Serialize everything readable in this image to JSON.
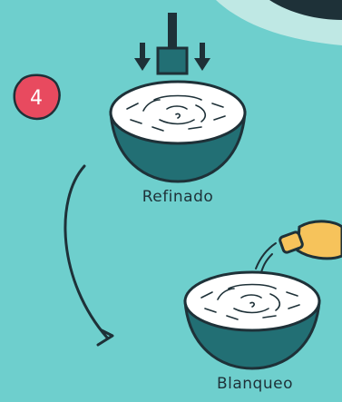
{
  "step": {
    "number": "4",
    "badge_color": "#e84a5f"
  },
  "stages": [
    {
      "label": "Refinado"
    },
    {
      "label": "Blanqueo"
    }
  ],
  "colors": {
    "background": "#6ecfcd",
    "bowl": "#226f74",
    "outline": "#1e3138",
    "pulp": "#ffffff",
    "bottle": "#f6c35b",
    "corner_shape": "#bfe8e4"
  },
  "icons": [
    "press-icon",
    "down-arrow-icon",
    "pulp-bowl-icon",
    "curved-arrow-icon",
    "pouring-bottle-icon"
  ]
}
